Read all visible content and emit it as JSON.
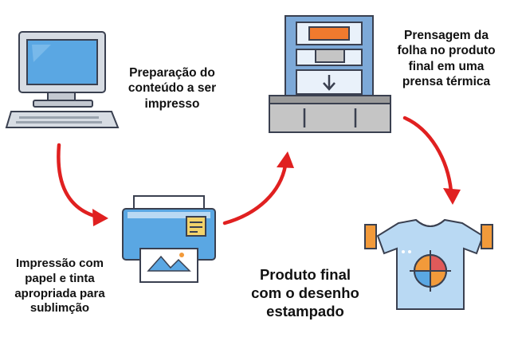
{
  "steps": {
    "computer": {
      "lines": [
        "Preparação do",
        "conteúdo a ser",
        "impresso"
      ],
      "icon": "computer-icon"
    },
    "press": {
      "lines": [
        "Prensagem da",
        "folha no produto",
        "final em uma",
        "prensa térmica"
      ],
      "icon": "heat-press-icon"
    },
    "printer": {
      "lines": [
        "Impressão com",
        "papel e tinta",
        "apropriada para",
        "sublimção"
      ],
      "icon": "printer-icon"
    },
    "product": {
      "lines": [
        "Produto final",
        "com o desenho",
        "estampado"
      ],
      "icon": "tshirt-icon"
    }
  },
  "colors": {
    "arrow": "#e02020",
    "outline": "#3a4050",
    "light_blue": "#b9d9f3",
    "mid_blue": "#5aa7e3",
    "press_frame": "#7da9d8",
    "press_base": "#c5c5c5",
    "press_accent": "#f07a2e",
    "orange": "#f29a3a"
  }
}
